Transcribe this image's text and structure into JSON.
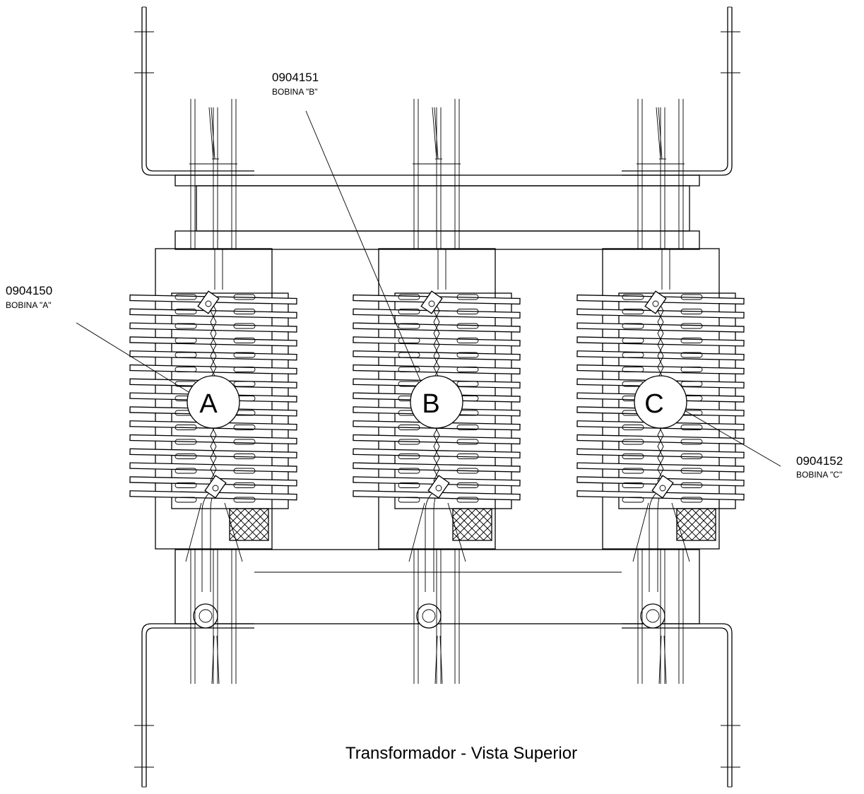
{
  "title": "Transformador - Vista Superior",
  "coils": [
    {
      "letter": "A",
      "code": "0904150",
      "name": "BOBINA \"A\""
    },
    {
      "letter": "B",
      "code": "0904151",
      "name": "BOBINA \"B\""
    },
    {
      "letter": "C",
      "code": "0904152",
      "name": "BOBINA \"C\""
    }
  ],
  "colors": {
    "line": "#000000",
    "background": "#ffffff"
  }
}
